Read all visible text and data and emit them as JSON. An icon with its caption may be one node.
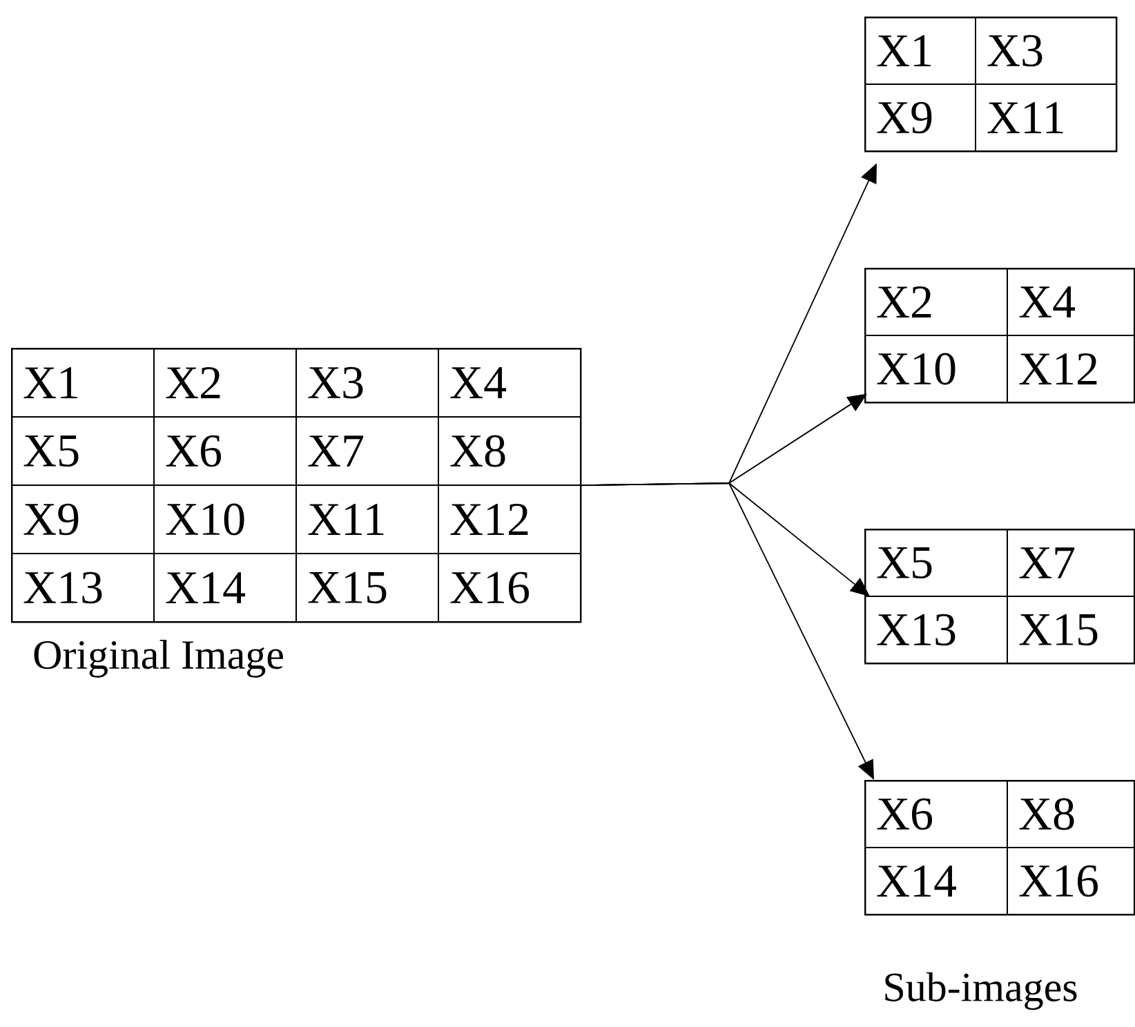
{
  "diagram": {
    "nodes": [
      {
        "text": [
          "X1",
          "X2",
          "X3",
          "X4",
          "X5",
          "X6",
          "X7",
          "X8",
          "X9",
          "X10",
          "X11",
          "X12",
          "X13",
          "X14",
          "X15",
          "X16"
        ],
        "beside": [
          "Original Image"
        ]
      },
      {
        "text": [
          "X1",
          "X3",
          "X9",
          "X11"
        ]
      },
      {
        "text": [
          "X2",
          "X4",
          "X10",
          "X12"
        ]
      },
      {
        "text": [
          "X5",
          "X7",
          "X13",
          "X15"
        ]
      },
      {
        "text": [
          "X6",
          "X8",
          "X14",
          "X16"
        ]
      }
    ],
    "edges": [
      {
        "from": 0,
        "to": 1,
        "arrow": "to"
      },
      {
        "from": 0,
        "to": 2,
        "arrow": "to"
      },
      {
        "from": 0,
        "to": 3,
        "arrow": "to"
      },
      {
        "from": 0,
        "to": 4,
        "arrow": "to"
      }
    ],
    "labels": [
      "Sub-images"
    ]
  }
}
